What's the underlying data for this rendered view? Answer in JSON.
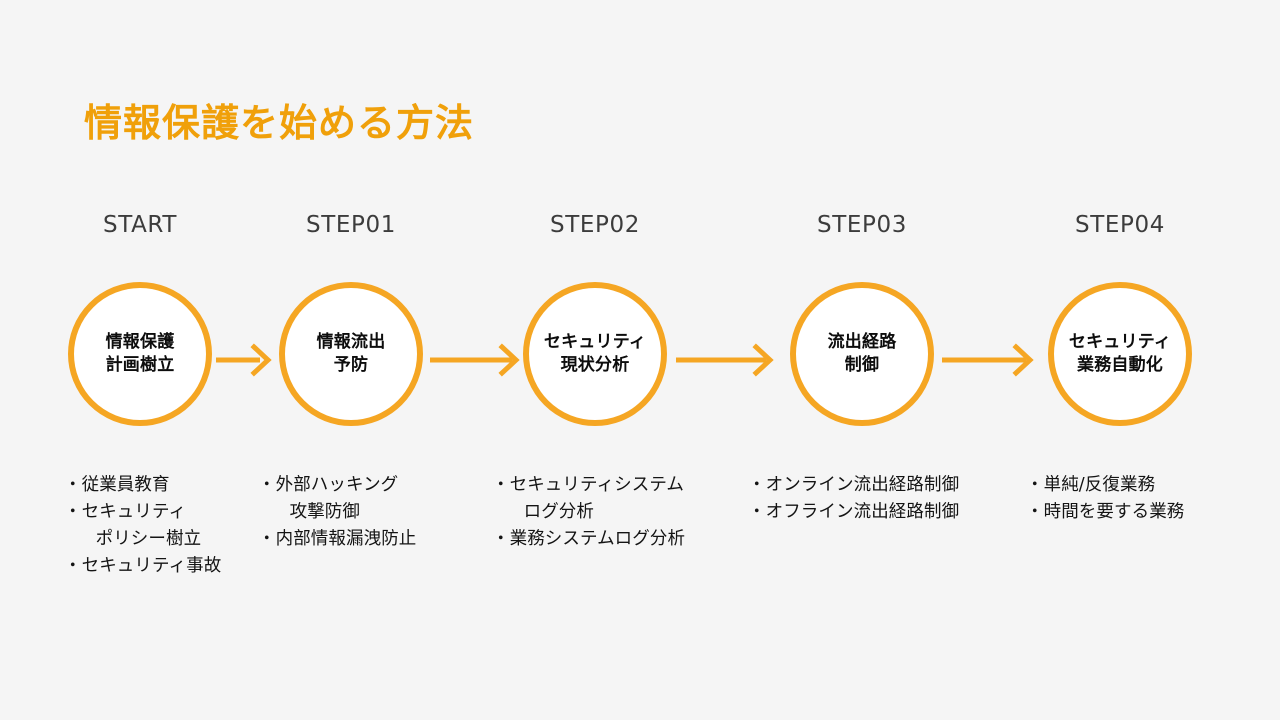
{
  "slide": {
    "title": "情報保護を始める方法",
    "background_color": "#f5f5f5",
    "accent_color": "#f5a623",
    "title_color": "#f0a00a",
    "text_color": "#141414"
  },
  "flow": {
    "arrow_icon": "arrow-right-icon",
    "bullet_marker": "・",
    "steps": [
      {
        "label": "START",
        "circle_text": "情報保護\n計画樹立",
        "bullets": [
          "・従業員教育",
          "・セキュリティ\n　ポリシー樹立",
          "・セキュリティ事故"
        ]
      },
      {
        "label": "STEP01",
        "circle_text": "情報流出\n予防",
        "bullets": [
          "・外部ハッキング\n　攻撃防御",
          "・内部情報漏洩防止"
        ]
      },
      {
        "label": "STEP02",
        "circle_text": "セキュリティ\n現状分析",
        "bullets": [
          "・セキュリティシステム\n　ログ分析",
          "・業務システムログ分析"
        ]
      },
      {
        "label": "STEP03",
        "circle_text": "流出経路\n制御",
        "bullets": [
          "・オンライン流出経路制御",
          "・オフライン流出経路制御"
        ]
      },
      {
        "label": "STEP04",
        "circle_text": "セキュリティ\n業務自動化",
        "bullets": [
          "・単純/反復業務",
          "・時間を要する業務"
        ]
      }
    ]
  }
}
